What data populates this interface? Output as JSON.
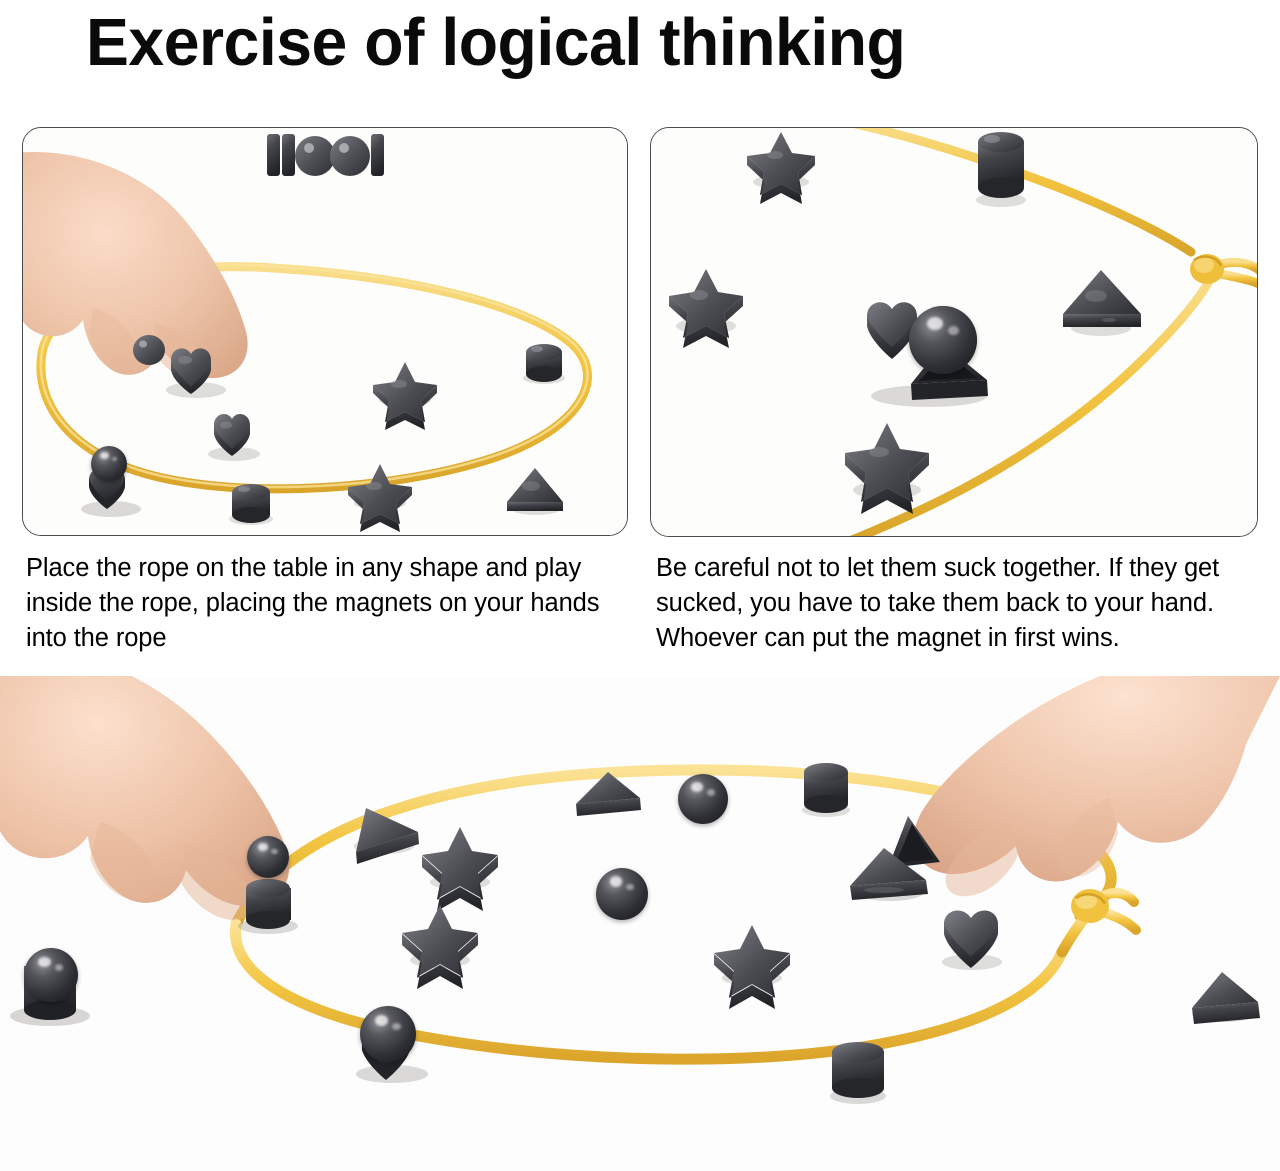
{
  "header": {
    "title": "Exercise of logical thinking"
  },
  "panels": [
    {
      "id": "panel-left",
      "caption": "Place the rope on the table in any shape and play inside the rope, placing the magnets on your hands into the rope",
      "photo": {
        "alt": "A hand places a dark magnet inside a yellow rope loop on a white table",
        "background_color": "#fdfdfc",
        "rope_color": "#f2c33f",
        "magnet_color": "#3a3a3e",
        "skin_color": "#edc3a8"
      }
    },
    {
      "id": "panel-right",
      "caption": "Be careful not to let them suck together. If they get sucked, you have to take them back to your hand. Whoever can put the magnet in first wins.",
      "photo": {
        "alt": "Several magnets scattered beside a yellow rope with a knot; three magnets have stuck together",
        "background_color": "#fdfdfc",
        "rope_color": "#f2c33f",
        "magnet_color": "#3a3a3e"
      }
    }
  ],
  "bottom_photo": {
    "alt": "Two hands place magnets inside a large yellow rope loop filled with star, triangle, heart, sphere and cylinder magnets",
    "background_color": "#fdfdfd",
    "rope_color": "#f3c542",
    "magnet_color": "#3a3a3e",
    "skin_color": "#ecc0a4"
  },
  "colors": {
    "page_background": "#ffffff",
    "title_text": "#0a0a0a",
    "caption_text": "#000000",
    "panel_border": "#4b4b4d",
    "rope_yellow": "#f2c33f",
    "magnet_gunmetal": "#3a3a3e",
    "skin": "#edc3a8"
  }
}
